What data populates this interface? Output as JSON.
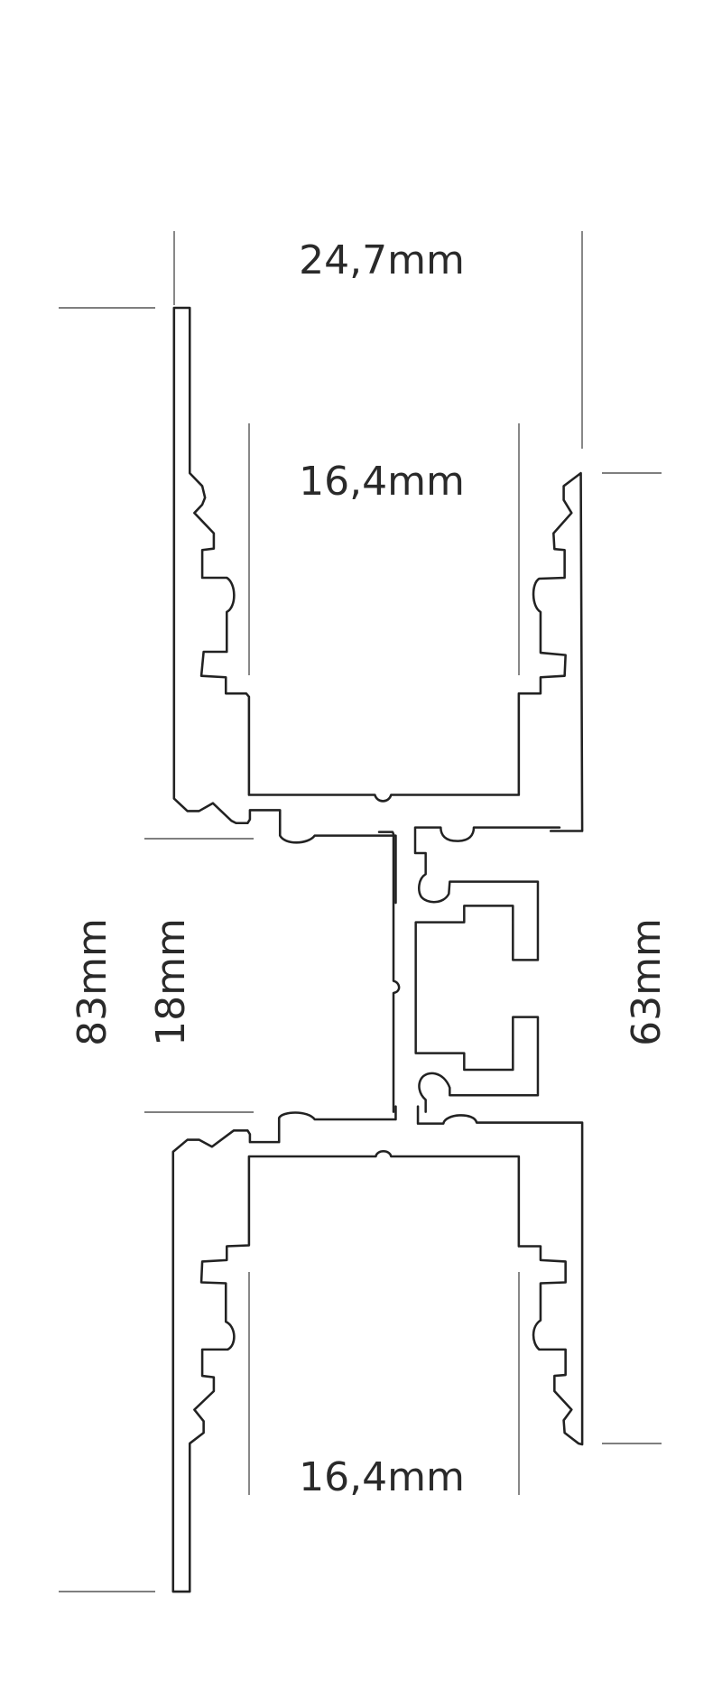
{
  "drawing": {
    "title": "Aluminium profile cross-section",
    "dimensions": {
      "overall_width": "24,7mm",
      "inner_width_top": "16,4mm",
      "inner_width_bottom": "16,4mm",
      "overall_height": "83mm",
      "middle_height": "18mm",
      "right_height": "63mm"
    },
    "colors": {
      "line": "#222222",
      "extension": "#555555",
      "background": "#ffffff"
    }
  }
}
